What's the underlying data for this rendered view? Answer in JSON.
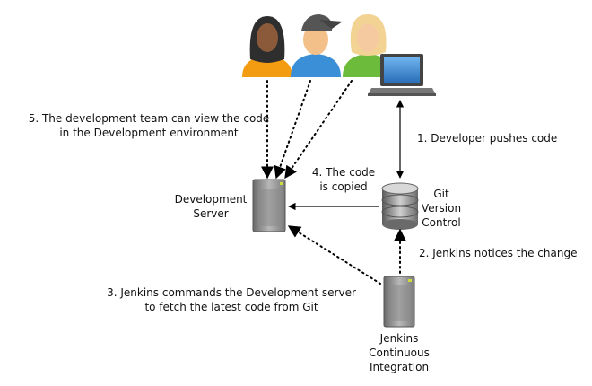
{
  "labels": {
    "step1": "1. Developer pushes code",
    "step2": "2. Jenkins notices the change",
    "step3_line1": "3. Jenkins commands the Development server",
    "step3_line2": "to fetch the latest code from Git",
    "step4_line1": "4. The code",
    "step4_line2": "is copied",
    "step5_line1": "5. The development team can view the code",
    "step5_line2": "in the Development environment",
    "dev_server_line1": "Development",
    "dev_server_line2": "Server",
    "git_line1": "Git",
    "git_line2": "Version",
    "git_line3": "Control",
    "jenkins_line1": "Jenkins",
    "jenkins_line2": "Continuous",
    "jenkins_line3": "Integration"
  },
  "icons": {
    "user_1": "user-icon",
    "user_2": "user-icon",
    "user_3": "user-icon",
    "laptop": "laptop-icon",
    "dev_server": "server-icon",
    "git_db": "database-icon",
    "jenkins_server": "server-icon"
  },
  "colors": {
    "user_1_shirt": "#f39c12",
    "user_2_shirt": "#3a8fd6",
    "user_3_shirt": "#6dbb3a",
    "arrow": "#000000"
  }
}
